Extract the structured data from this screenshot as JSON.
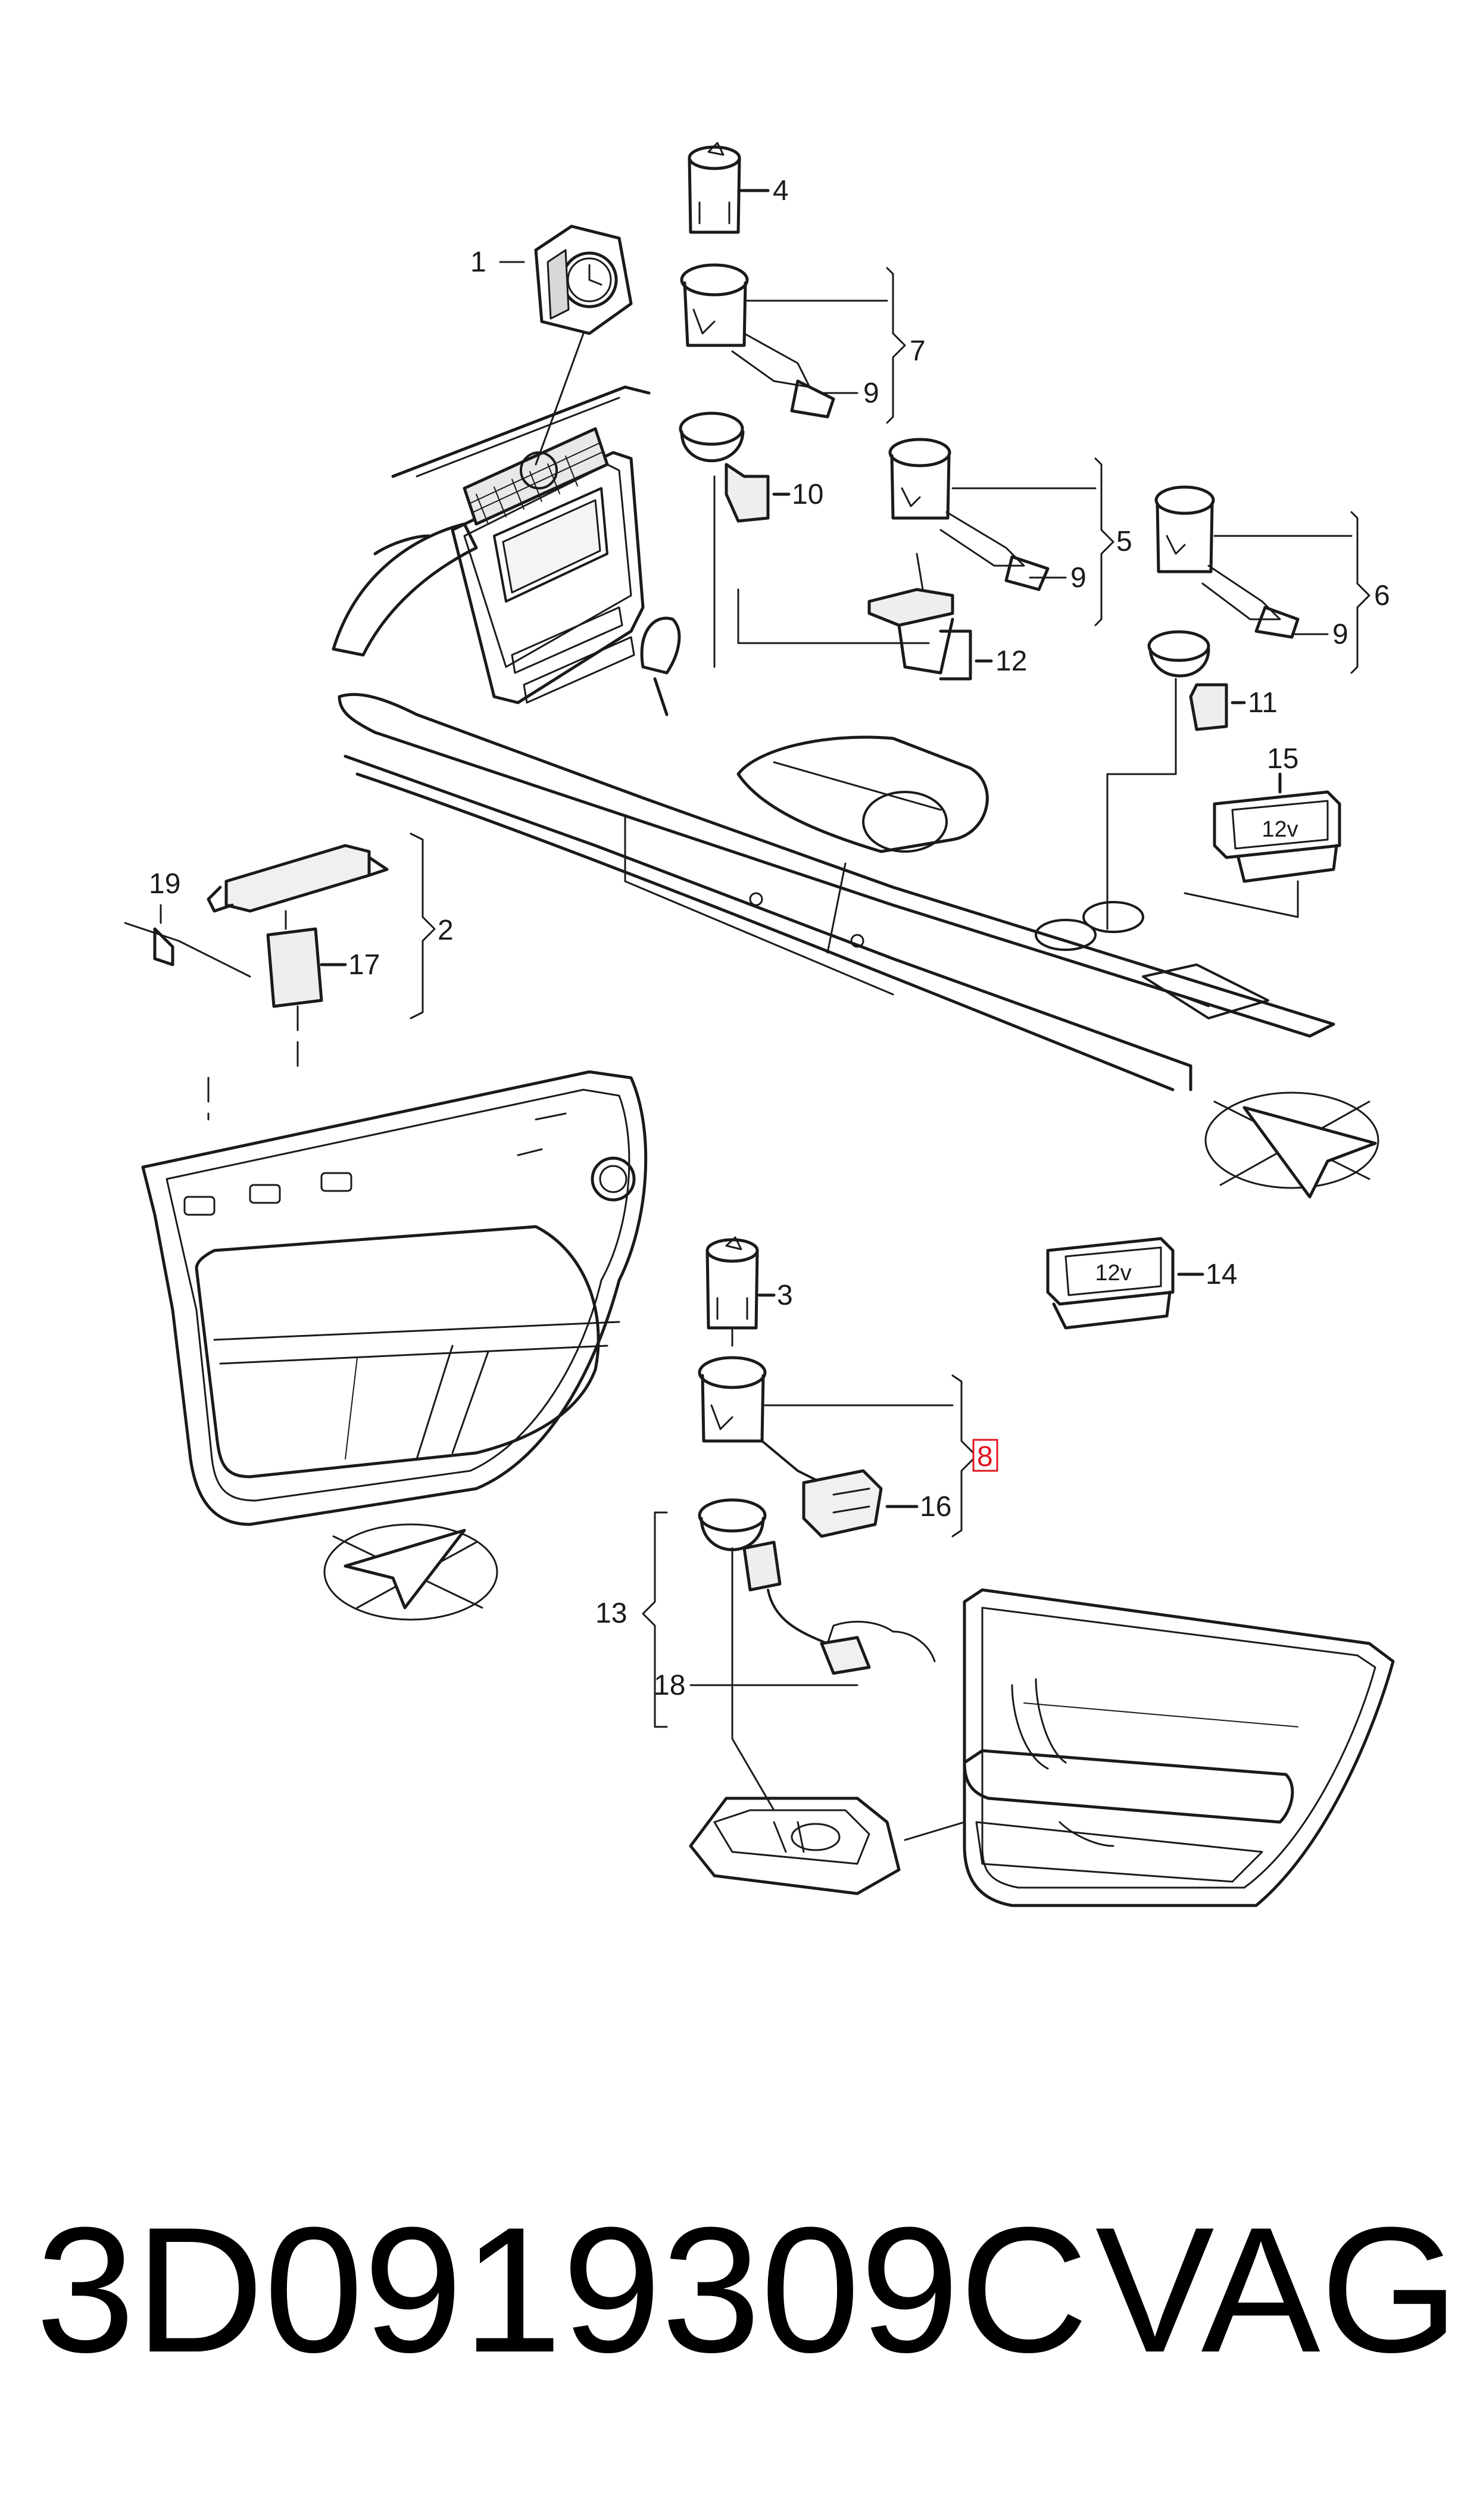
{
  "diagram": {
    "callouts": [
      {
        "id": "1",
        "label": "1"
      },
      {
        "id": "2",
        "label": "2"
      },
      {
        "id": "3",
        "label": "3"
      },
      {
        "id": "4",
        "label": "4"
      },
      {
        "id": "5",
        "label": "5"
      },
      {
        "id": "6",
        "label": "6"
      },
      {
        "id": "7",
        "label": "7"
      },
      {
        "id": "8",
        "label": "8",
        "highlighted": true,
        "highlight_color": "#e0141e"
      },
      {
        "id": "9a",
        "label": "9"
      },
      {
        "id": "9b",
        "label": "9"
      },
      {
        "id": "9c",
        "label": "9"
      },
      {
        "id": "10",
        "label": "10"
      },
      {
        "id": "11",
        "label": "11"
      },
      {
        "id": "12",
        "label": "12"
      },
      {
        "id": "13",
        "label": "13"
      },
      {
        "id": "14",
        "label": "14"
      },
      {
        "id": "15",
        "label": "15"
      },
      {
        "id": "16",
        "label": "16"
      },
      {
        "id": "17",
        "label": "17"
      },
      {
        "id": "18",
        "label": "18"
      },
      {
        "id": "19",
        "label": "19"
      }
    ],
    "socket_labels": {
      "label_12v_a": "12v",
      "label_12v_b": "12v"
    }
  },
  "footer": {
    "part_number": "3D0919309C",
    "brand": "VAG"
  }
}
